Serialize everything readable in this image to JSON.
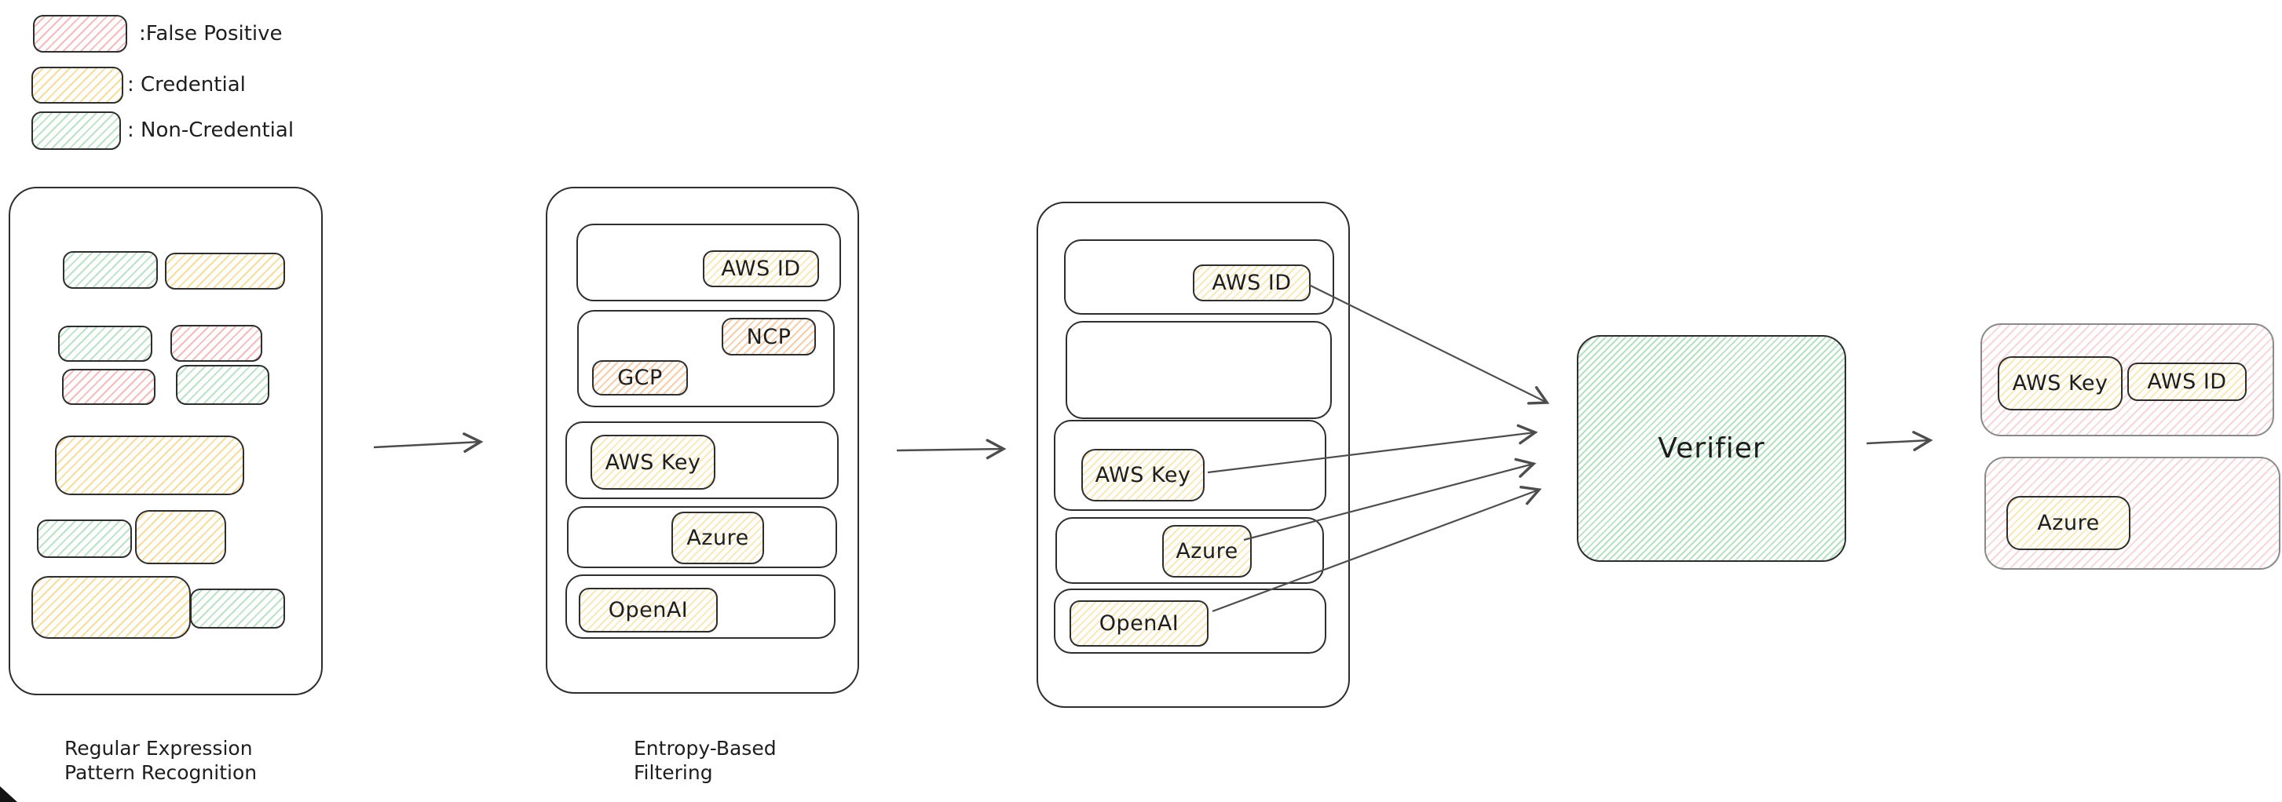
{
  "legend": {
    "items": [
      {
        "name": "false-positive",
        "label": ":False Positive",
        "color": "#e03131"
      },
      {
        "name": "credential",
        "label": ": Credential",
        "color": "#f1c40f"
      },
      {
        "name": "non-credential",
        "label": ": Non-Credential",
        "color": "#40c057"
      }
    ]
  },
  "pipeline": {
    "stage1": {
      "caption_line1": "Regular Expression",
      "caption_line2": "Pattern Recognition",
      "blocks": [
        {
          "row": 1,
          "type": "non-credential"
        },
        {
          "row": 1,
          "type": "credential"
        },
        {
          "row": 2,
          "type": "non-credential"
        },
        {
          "row": 2,
          "type": "false-positive"
        },
        {
          "row": 3,
          "type": "false-positive"
        },
        {
          "row": 3,
          "type": "non-credential"
        },
        {
          "row": 4,
          "type": "credential"
        },
        {
          "row": 5,
          "type": "non-credential"
        },
        {
          "row": 5,
          "type": "credential"
        },
        {
          "row": 6,
          "type": "credential"
        },
        {
          "row": 6,
          "type": "non-credential"
        }
      ]
    },
    "stage2": {
      "caption_line1": "Entropy-Based",
      "caption_line2": "Filtering",
      "rows": [
        {
          "chips": [
            "AWS ID"
          ]
        },
        {
          "chips": [
            "NCP",
            "GCP"
          ]
        },
        {
          "chips": [
            "AWS Key"
          ]
        },
        {
          "chips": [
            "Azure"
          ]
        },
        {
          "chips": [
            "OpenAI"
          ]
        }
      ]
    },
    "stage3": {
      "rows": [
        {
          "chips": [
            "AWS ID"
          ]
        },
        {
          "chips": []
        },
        {
          "chips": [
            "AWS Key"
          ]
        },
        {
          "chips": [
            "Azure"
          ]
        },
        {
          "chips": [
            "OpenAI"
          ]
        }
      ]
    },
    "verifier_label": "Verifier",
    "output": {
      "groups": [
        {
          "chips": [
            "AWS Key",
            "AWS ID"
          ]
        },
        {
          "chips": [
            "Azure"
          ]
        }
      ]
    }
  },
  "colors": {
    "false_positive": "#e03131",
    "credential": "#f1c40f",
    "non_credential": "#40c057",
    "provider_alt_chip": "#e8883c",
    "verifier_fill": "#69c37b",
    "output_container": "#e57882",
    "shape_stroke": "#2e2e2e",
    "arrow_stroke": "#4d4d4d"
  }
}
